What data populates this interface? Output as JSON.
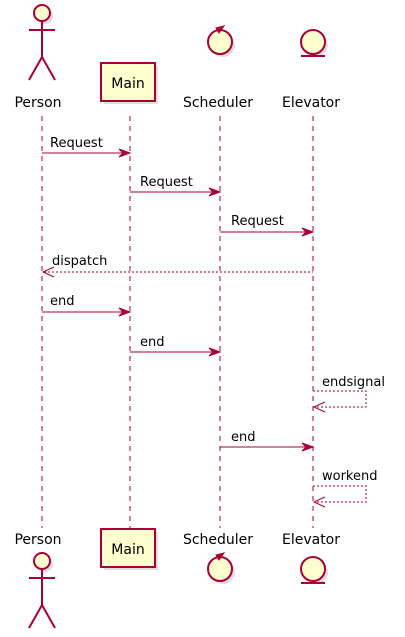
{
  "participants": {
    "person": "Person",
    "main": "Main",
    "scheduler": "Scheduler",
    "elevator": "Elevator"
  },
  "messages": [
    {
      "from": "person",
      "to": "main",
      "label": "Request",
      "style": "solid"
    },
    {
      "from": "main",
      "to": "scheduler",
      "label": "Request",
      "style": "solid"
    },
    {
      "from": "scheduler",
      "to": "elevator",
      "label": "Request",
      "style": "solid"
    },
    {
      "from": "elevator",
      "to": "person",
      "label": "dispatch",
      "style": "dashed"
    },
    {
      "from": "person",
      "to": "main",
      "label": "end",
      "style": "solid"
    },
    {
      "from": "main",
      "to": "scheduler",
      "label": "end",
      "style": "solid"
    },
    {
      "from": "elevator",
      "to": "elevator",
      "label": "endsignal",
      "style": "dashed"
    },
    {
      "from": "scheduler",
      "to": "elevator",
      "label": "end",
      "style": "solid"
    },
    {
      "from": "elevator",
      "to": "elevator",
      "label": "workend",
      "style": "dashed"
    }
  ],
  "colors": {
    "line": "#a80036",
    "fill": "#fefece"
  }
}
